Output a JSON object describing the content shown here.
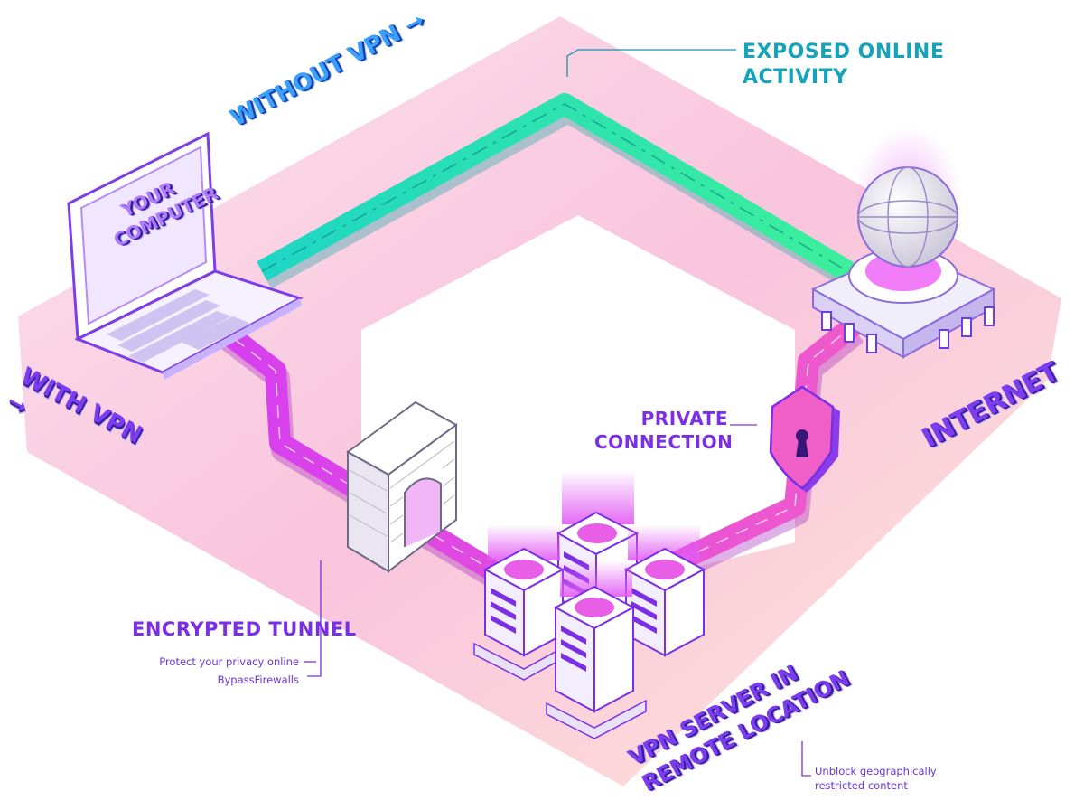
{
  "labels": {
    "exposed_line1": "EXPOSED ONLINE",
    "exposed_line2": "ACTIVITY",
    "without_vpn": "WITHOUT VPN",
    "with_vpn": "WITH VPN",
    "your_computer_line1": "YOUR",
    "your_computer_line2": "COMPUTER",
    "internet": "INTERNET",
    "private_line1": "PRIVATE",
    "private_line2": "CONNECTION",
    "encrypted_tunnel": "ENCRYPTED TUNNEL",
    "tunnel_note1": "Protect your privacy online",
    "tunnel_note2": "BypassFirewalls",
    "vpn_server_line1": "VPN SERVER IN",
    "vpn_server_line2": "REMOTE LOCATION",
    "server_note1": "Unblock geographically",
    "server_note2": "restricted content"
  },
  "colors": {
    "exposed_path": "#2be3b4",
    "vpn_path": "#e64ef0",
    "accent_purple": "#7a2ee6",
    "accent_cyan": "#14a3b8",
    "background_pink": "#fbd3e2"
  },
  "icons": [
    "laptop-icon",
    "globe-icon",
    "shield-lock-icon",
    "firewall-icon",
    "server-icon",
    "arrow-right-icon"
  ]
}
